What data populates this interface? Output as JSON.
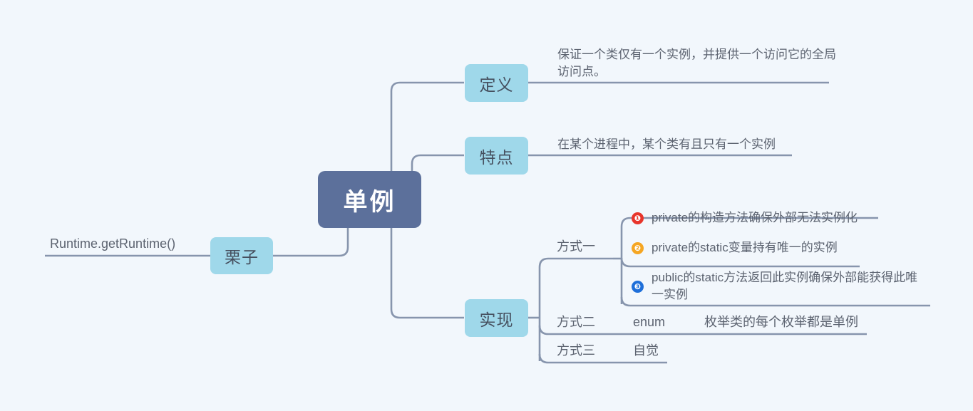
{
  "canvas": {
    "background": "#f2f7fc",
    "line_color": "#8795ad",
    "root_color": "#5c709b",
    "branch_color": "#9fd8ea",
    "text_color": "#5c6370"
  },
  "root": {
    "label": "单例"
  },
  "branches": [
    {
      "id": "definition",
      "label": "定义",
      "detail": "保证一个类仅有一个实例，并提供一个访问它的全局访问点。"
    },
    {
      "id": "features",
      "label": "特点",
      "detail": "在某个进程中，某个类有且只有一个实例"
    },
    {
      "id": "implementation",
      "label": "实现"
    },
    {
      "id": "example",
      "label": "栗子",
      "detail": "Runtime.getRuntime()"
    }
  ],
  "implementation": {
    "ways": [
      {
        "id": "way-one",
        "label": "方式一",
        "points": [
          {
            "number": "❶",
            "color": "#e8352b",
            "text": "private的构造方法确保外部无法实例化"
          },
          {
            "number": "❷",
            "color": "#f5a623",
            "text": "private的static变量持有唯一的实例"
          },
          {
            "number": "❸",
            "color": "#1e6fd9",
            "text": "public的static方法返回此实例确保外部能获得此唯一实例"
          }
        ]
      },
      {
        "id": "way-two",
        "label": "方式二",
        "keyword": "enum",
        "detail": "枚举类的每个枚举都是单例"
      },
      {
        "id": "way-three",
        "label": "方式三",
        "keyword": "自觉"
      }
    ]
  }
}
